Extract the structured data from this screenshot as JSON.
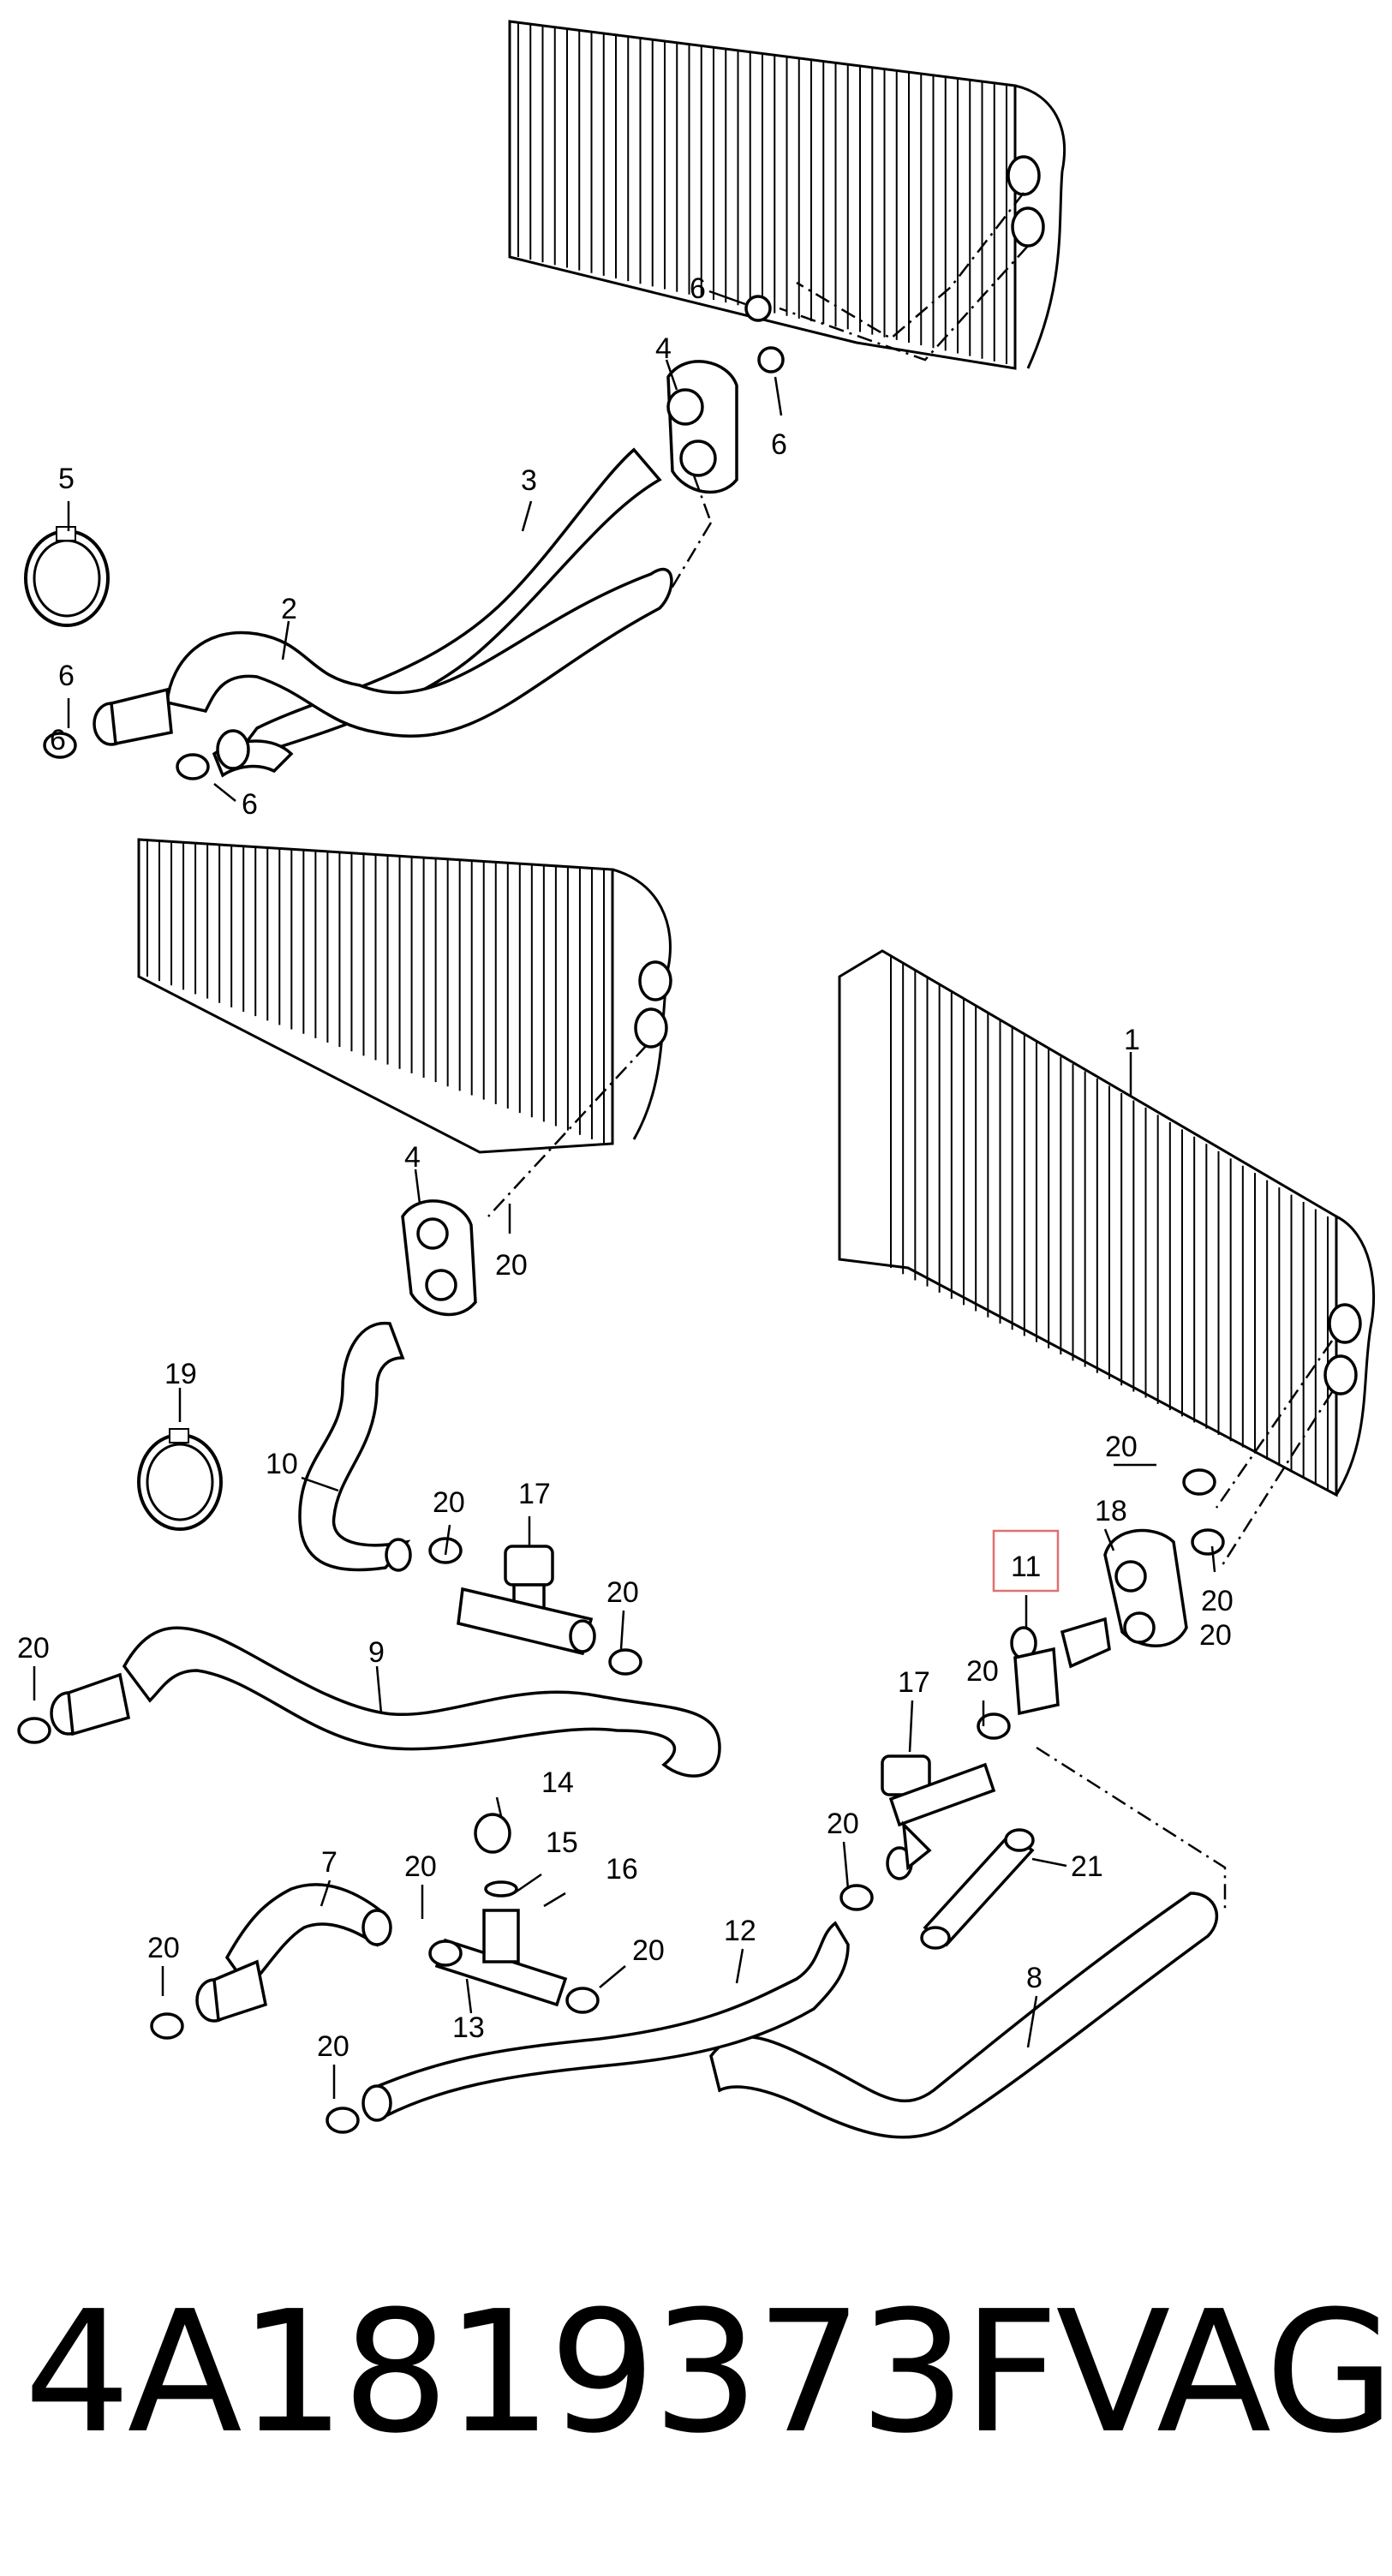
{
  "diagram": {
    "highlighted_callout": "11",
    "highlight_color": "#e07070",
    "callouts": [
      "1",
      "2",
      "3",
      "4",
      "4",
      "5",
      "6",
      "6",
      "6",
      "6",
      "6",
      "7",
      "8",
      "9",
      "10",
      "11",
      "12",
      "13",
      "14",
      "15",
      "16",
      "17",
      "17",
      "18",
      "19",
      "20",
      "20",
      "20",
      "20",
      "20",
      "20",
      "20",
      "20",
      "20",
      "20",
      "20",
      "20",
      "20",
      "21"
    ]
  },
  "caption": {
    "part_number": "4A1819373F",
    "brand": "VAG"
  }
}
